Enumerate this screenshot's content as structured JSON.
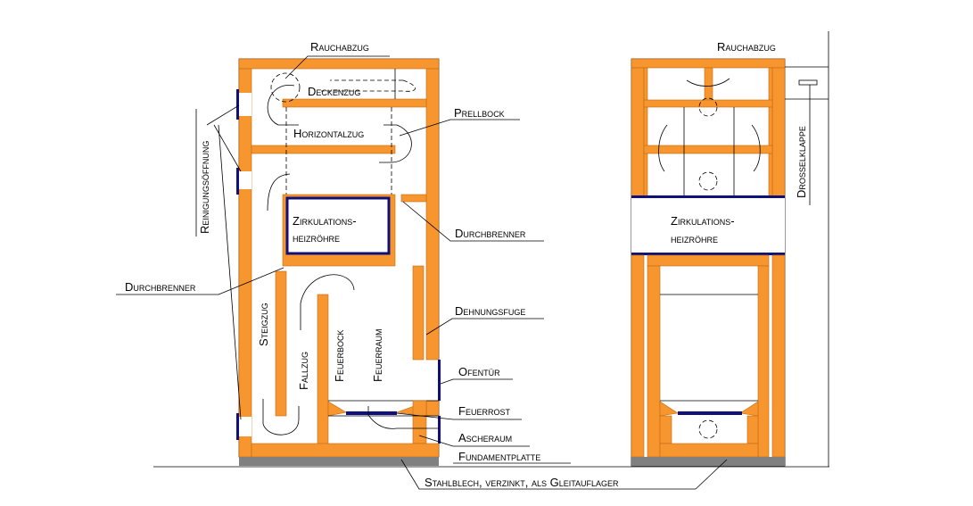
{
  "labels": {
    "rauchabzug": "Rauchabzug",
    "deckenzug": "Deckenzug",
    "prellbock": "Prellbock",
    "horizontalzug": "Horizontalzug",
    "reinigungsoeffnung": "Reinigungsöffnung",
    "zirkulation_1": "Zirkulations-",
    "zirkulation_2": "heizröhre",
    "durchbrenner": "Durchbrenner",
    "dehnungsfuge": "Dehnungsfuge",
    "steigzug": "Steigzug",
    "fallzug": "Fallzug",
    "feuerbock": "Feuerbock",
    "feuerraum": "Feuerraum",
    "ofentuer": "Ofentür",
    "feuerrost": "Feuerrost",
    "ascheraum": "Ascheraum",
    "fundamentplatte": "Fundamentplatte",
    "stahlblech": "Stahlblech, verzinkt, als Gleitauflager",
    "drosselklappe": "Drosselklappe"
  },
  "colors": {
    "brick": "#f7962f",
    "steel": "#10107a",
    "foundation": "#808080"
  }
}
